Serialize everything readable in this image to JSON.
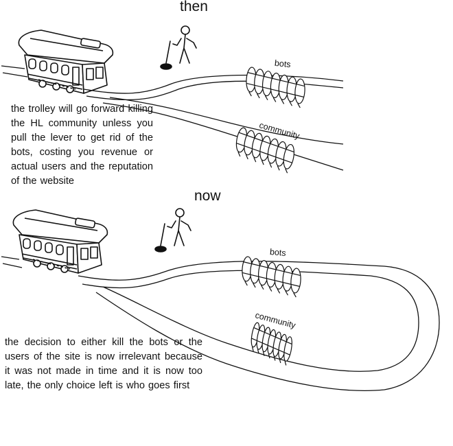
{
  "panels": {
    "then": {
      "heading": "then",
      "caption": "the trolley will go forward killing the HL community unless you pull the lever to get rid of the bots, costing you revenue or actual users and the reputation of the website",
      "label_upper": "bots",
      "label_lower": "community"
    },
    "now": {
      "heading": "now",
      "caption": "the decision to either kill the bots or the users of the site is now irrelevant because it was not made in time and it is now too late, the only choice left is who goes first",
      "label_upper": "bots",
      "label_lower": "community"
    }
  }
}
